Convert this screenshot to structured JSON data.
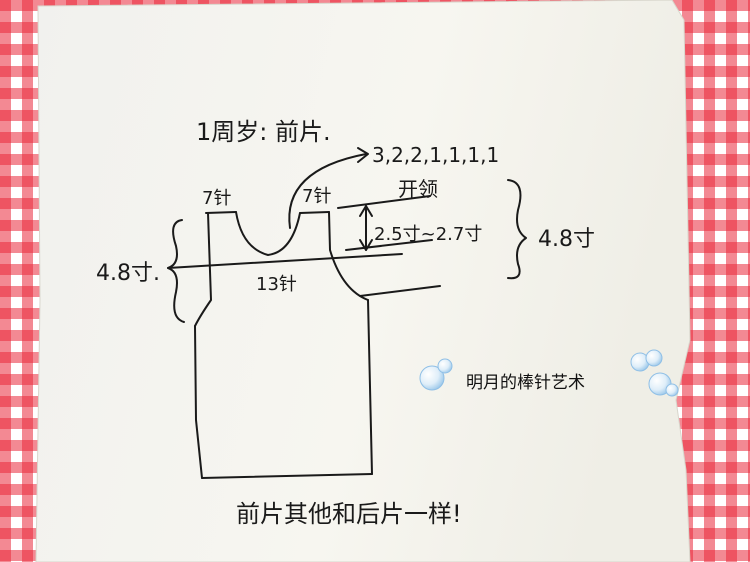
{
  "colors": {
    "check_red": "#e8283a",
    "check_white": "#ffffff",
    "paper": "#f5f4ee",
    "ink": "#1a1a1a"
  },
  "notes": {
    "title": "1周岁: 前片.",
    "decrease": "3,2,2,1,1,1,1",
    "left_stitches": "7针",
    "right_stitches": "7针",
    "neck_opening": "开领",
    "neck_depth": "2.5寸~2.7寸",
    "left_height": "4.8寸.",
    "right_height": "4.8寸",
    "center_stitches": "13针",
    "footer": "前片其他和后片一样!"
  },
  "watermark": {
    "text": "明月的棒针艺术",
    "icon": "heart-bubbles-icon"
  }
}
